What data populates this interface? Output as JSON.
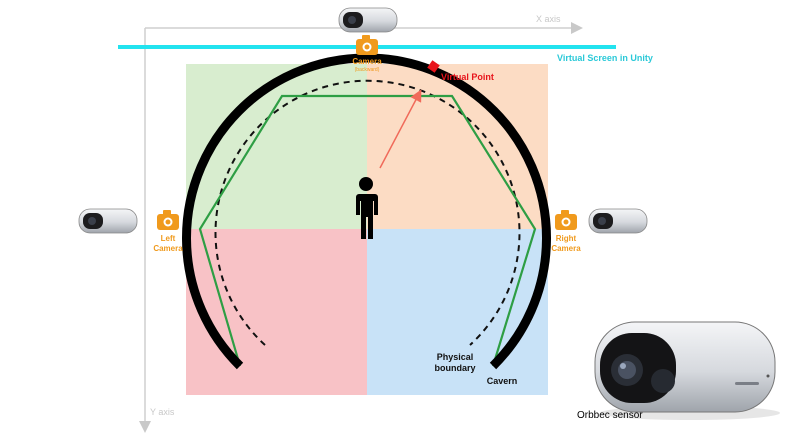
{
  "axes": {
    "x_label": "X axis",
    "y_label": "Y axis"
  },
  "screen": {
    "label": "Virtual Screen in Unity",
    "color": "#22e3ef"
  },
  "cameras": {
    "top": {
      "label": "Camera",
      "sublabel": "(backward)"
    },
    "left": {
      "line1": "Left",
      "line2": "Camera"
    },
    "right": {
      "line1": "Right",
      "line2": "Camera"
    },
    "color": "#f09a1d"
  },
  "virtual_point": {
    "label": "Virtual Point",
    "color": "#e8141b"
  },
  "boundary": {
    "line1": "Physical",
    "line2": "boundary",
    "cavern": "Cavern"
  },
  "sensor_caption": "Orbbec sensor",
  "quadrant_colors": {
    "top_left": "#d8edcf",
    "top_right": "#fcdcc4",
    "bottom_left": "#f8c2c6",
    "bottom_right": "#c8e2f7"
  }
}
